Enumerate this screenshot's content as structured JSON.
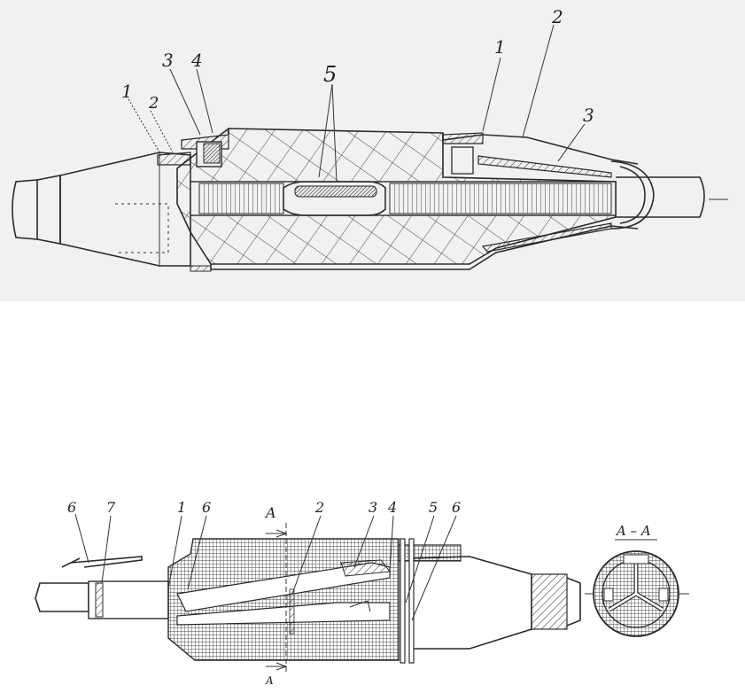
{
  "top_figure": {
    "callouts": [
      "1",
      "2",
      "3",
      "4",
      "5",
      "1",
      "2",
      "3"
    ]
  },
  "bottom_figure": {
    "callouts": [
      "6",
      "7",
      "1",
      "6",
      "2",
      "3",
      "4",
      "5",
      "6"
    ],
    "section_marker": "A",
    "section_title": "A – A"
  },
  "colors": {
    "ink": "#2a2a2a",
    "paper_top": "#f1f1f1",
    "paper_bottom": "#ffffff"
  }
}
